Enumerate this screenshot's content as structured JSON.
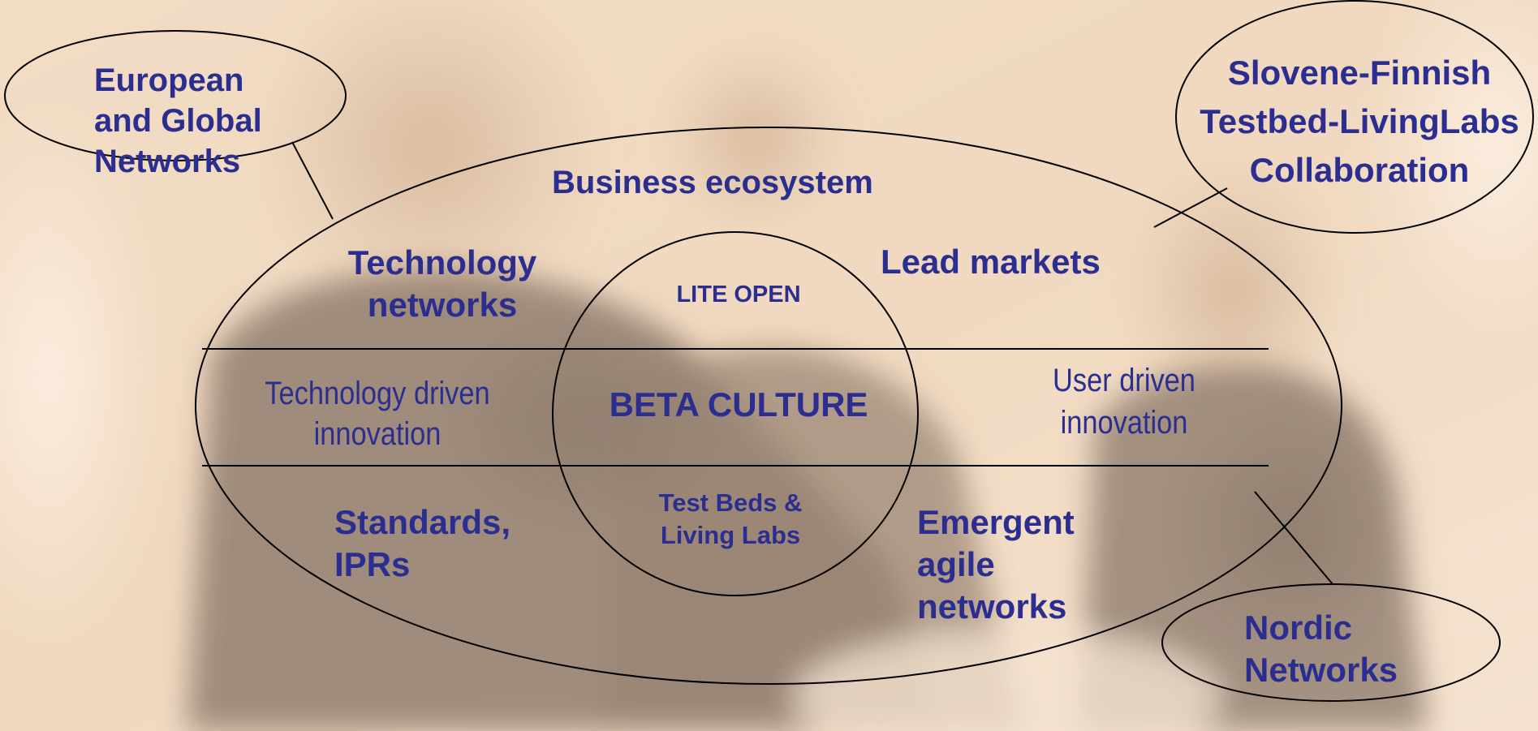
{
  "colors": {
    "label_text": "#2b2e8f",
    "outline": "#000000",
    "background_warm": "#e9cfb0",
    "background_light": "#fbf1e6",
    "background_shadow": "#6b5a4d"
  },
  "background_description_icon": "photo-of-thinking-man-background",
  "outer_ellipses": {
    "european": [
      "European",
      "and Global",
      "Networks"
    ],
    "slovene": [
      "Slovene-Finnish",
      "Testbed-LivingLabs",
      "Collaboration"
    ],
    "nordic": [
      "Nordic",
      "Networks"
    ]
  },
  "ecosystem": {
    "title": "Business ecosystem",
    "top_left": [
      "Technology",
      "networks"
    ],
    "top_right": "Lead markets",
    "middle_left": [
      "Technology driven",
      "innovation"
    ],
    "middle_right": [
      "User driven",
      "innovation"
    ],
    "bottom_left": [
      "Standards,",
      "IPRs"
    ],
    "bottom_right": [
      "Emergent",
      "agile",
      "networks"
    ]
  },
  "core": {
    "top": "LITE OPEN",
    "center": "BETA CULTURE",
    "bottom": [
      "Test Beds &",
      "Living Labs"
    ]
  }
}
